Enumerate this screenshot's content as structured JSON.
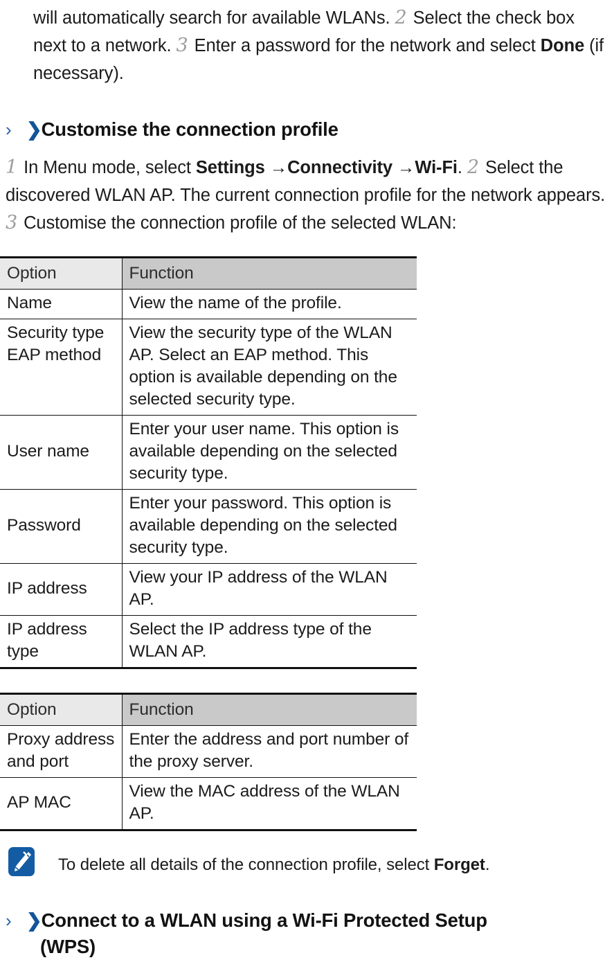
{
  "intro_paragraph": {
    "text_1": "will automatically search for available WLANs.",
    "step_2": "2",
    "text_2": "Select the check box next to a network.",
    "step_3": "3",
    "text_3": "Enter a password for the network and select",
    "bold_done": "Done",
    "text_4": "(if necessary)."
  },
  "section_customise": {
    "chevron_thin": "›",
    "chevron_bold": "❯",
    "title": "Customise the connection profile",
    "step_1": "1",
    "body_1": "In Menu mode, select",
    "bold_settings": "Settings",
    "arrow_1": "→",
    "bold_connectivity": "Connectivity",
    "arrow_2": "→",
    "bold_wifi": "Wi-Fi",
    "period": ".",
    "step_2": "2",
    "body_2": "Select the discovered WLAN AP. The current connection profile for the network appears.",
    "step_3": "3",
    "body_3": "Customise the connection profile of the selected WLAN:"
  },
  "table_1": {
    "headers": [
      "Option",
      "Function"
    ],
    "rows": [
      {
        "option": "Name",
        "function": "View the name of the profile."
      },
      {
        "option": "Security type EAP method",
        "function": "View the security type of the WLAN AP. Select an EAP method. This option is available depending on the selected security type."
      },
      {
        "option": "User name",
        "function": "Enter your user name. This option is available depending on the selected security type."
      },
      {
        "option": "Password",
        "function": "Enter your password. This option is available depending on the selected security type."
      },
      {
        "option": "IP address",
        "function": "View your IP address of the WLAN AP."
      },
      {
        "option": "IP address type",
        "function": "Select the IP address type of the WLAN AP."
      }
    ]
  },
  "table_2": {
    "headers": [
      "Option",
      "Function"
    ],
    "rows": [
      {
        "option": "Proxy address and port",
        "function": "Enter the address and port number of the proxy server."
      },
      {
        "option": "AP MAC",
        "function": "View the MAC address of the WLAN AP."
      }
    ]
  },
  "note": {
    "icon": "note-pen-icon",
    "text_1": "To delete all details of the connection profile, select",
    "bold_forget": "Forget",
    "text_2": "."
  },
  "section_wps": {
    "chevron_thin": "›",
    "chevron_bold": "❯",
    "title_line1": "Connect to a WLAN using a Wi-Fi Protected Setup",
    "title_line2": "(WPS)"
  },
  "colors": {
    "accent_blue": "#13549b",
    "chevron_blue": "#1f5fa9",
    "step_gray": "#9d9d9d",
    "header_col1_bg": "#e9e9e9",
    "header_col2_bg": "#c9c9c9",
    "text": "#1b1b1b",
    "rule": "#101010"
  }
}
